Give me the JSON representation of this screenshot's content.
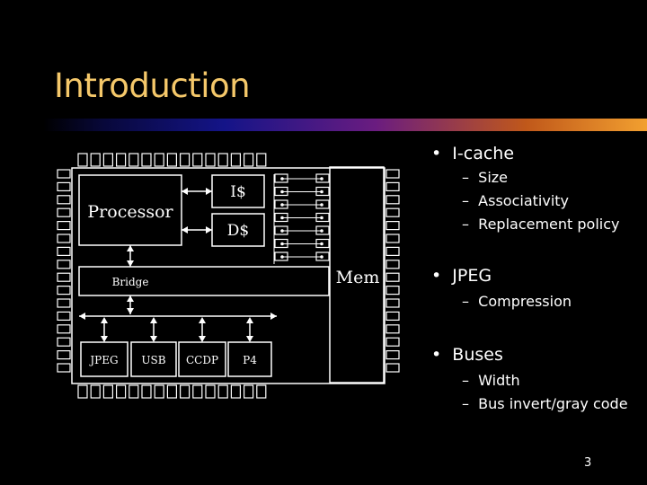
{
  "title": "Introduction",
  "diagram": {
    "processor": "Processor",
    "icache": "I$",
    "dcache": "D$",
    "mem": "Mem",
    "bridge": "Bridge",
    "peripherals": [
      "JPEG",
      "USB",
      "CCDP",
      "P4"
    ]
  },
  "bullets": [
    {
      "text": "I-cache",
      "subs": [
        "Size",
        "Associativity",
        "Replacement policy"
      ]
    },
    {
      "text": "JPEG",
      "subs": [
        "Compression"
      ]
    },
    {
      "text": "Buses",
      "subs": [
        "Width",
        "Bus invert/gray code"
      ]
    }
  ],
  "page_number": "3",
  "colors": {
    "title": "#f5c86a",
    "background": "#000000",
    "foreground": "#ffffff"
  }
}
